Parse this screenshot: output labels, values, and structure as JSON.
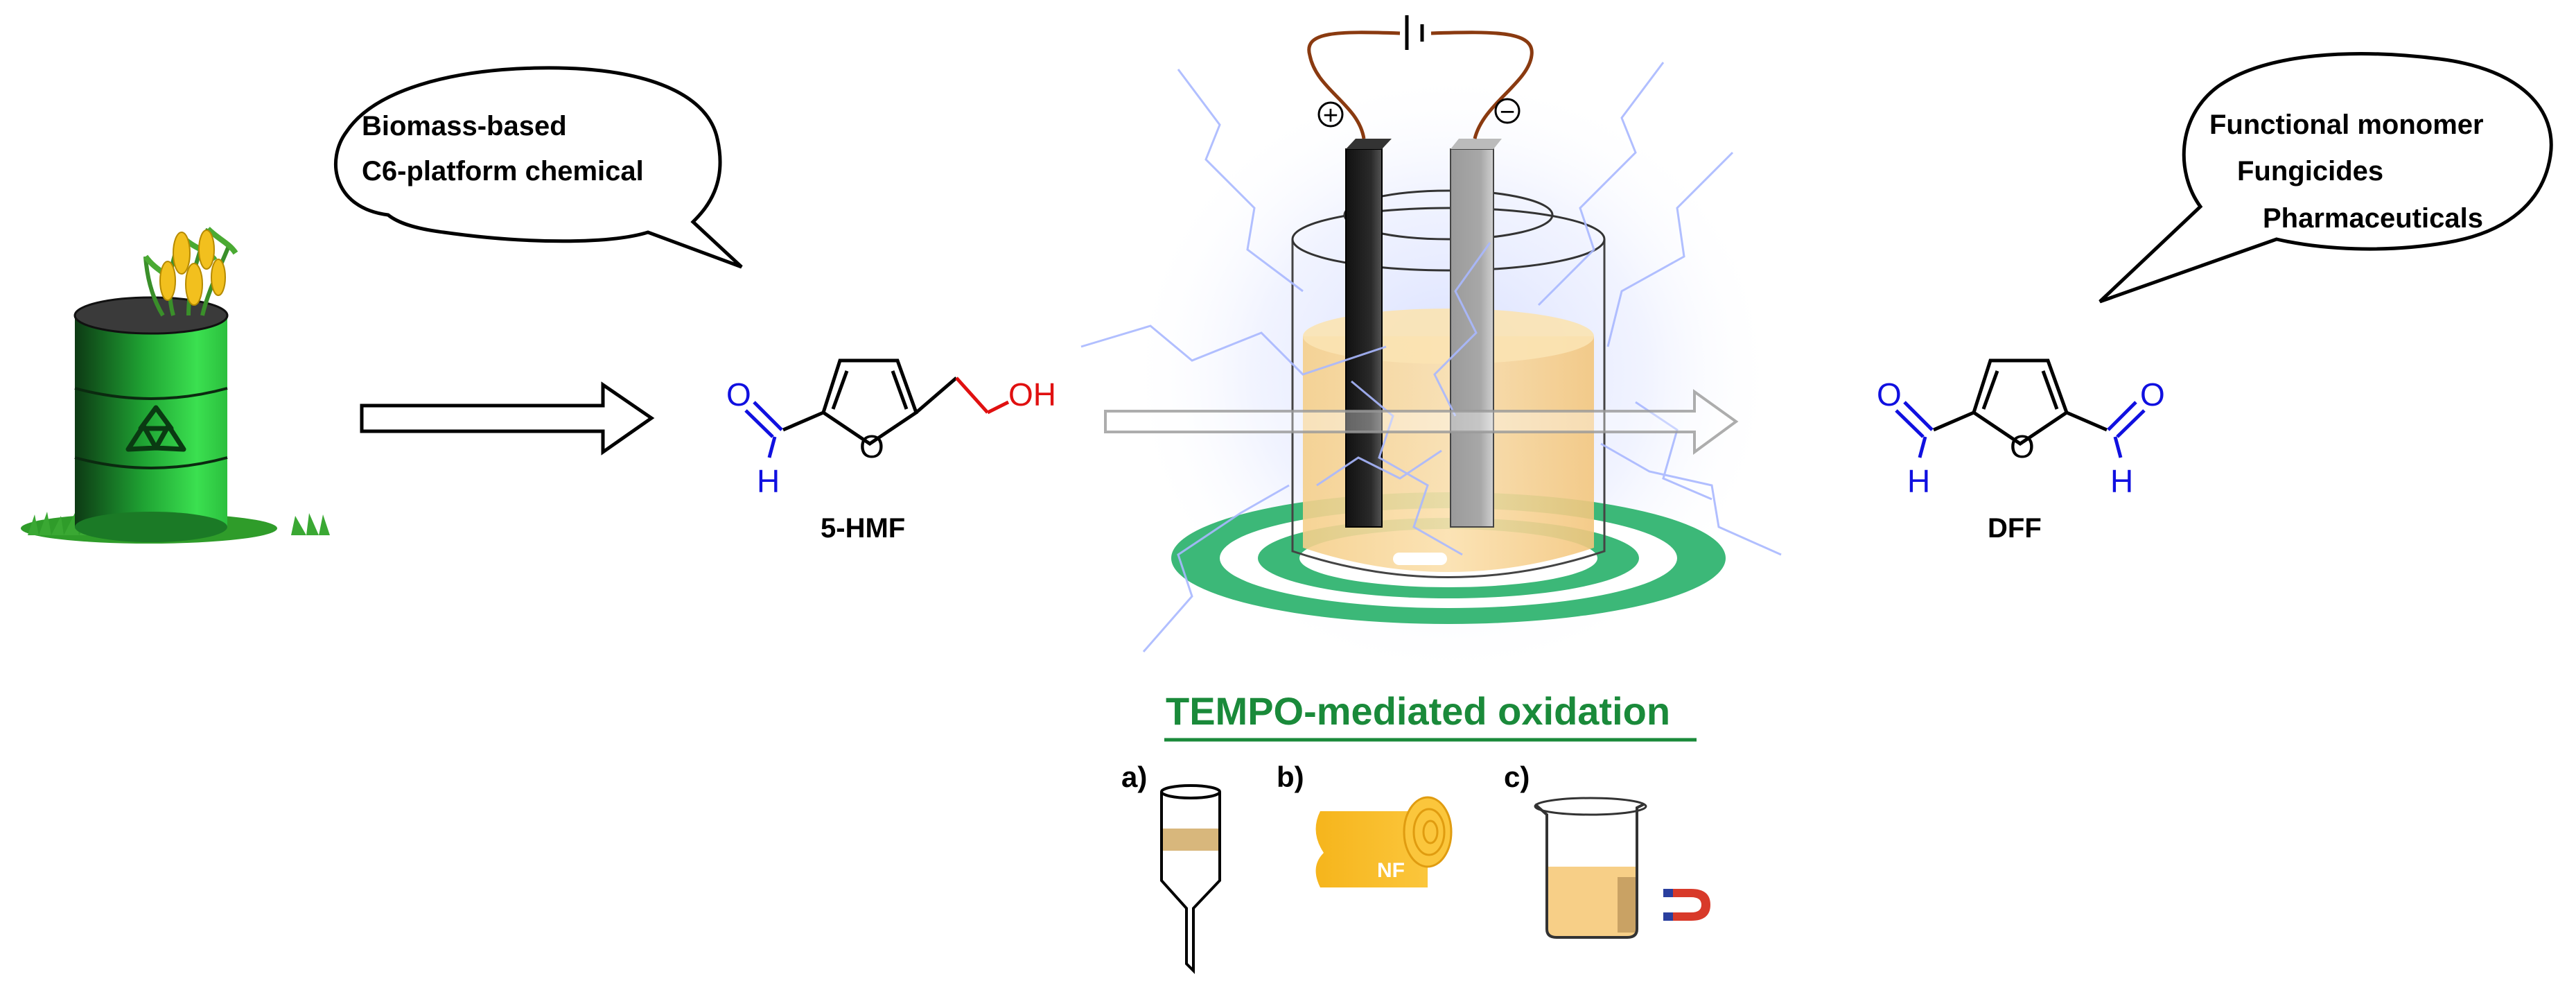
{
  "bubble_left": {
    "line1": "Biomass-based",
    "line2": "C6-platform chemical"
  },
  "bubble_right": {
    "line1": "Functional monomer",
    "line2": "Fungicides",
    "line3": "Pharmaceuticals"
  },
  "hmf": {
    "label": "5-HMF",
    "carbonyl_o": "O",
    "hydrogen": "H",
    "ring_o": "O",
    "hydroxyl": "OH"
  },
  "dff": {
    "label": "DFF",
    "carbonyl_o_left": "O",
    "hydrogen_left": "H",
    "ring_o": "O",
    "carbonyl_o_right": "O",
    "hydrogen_right": "H"
  },
  "cell": {
    "anode_sign": "+",
    "cathode_sign": "−"
  },
  "process_title": "TEMPO-mediated oxidation",
  "options": {
    "a_label": "a)",
    "b_label": "b)",
    "b_roll_text": "NF",
    "c_label": "c)"
  },
  "colors": {
    "blue_atom": "#1010e0",
    "red_atom": "#e01010",
    "green_title": "#1a8a3a",
    "barrel_green": "#22c23a",
    "solution_orange": "#f7c873",
    "ring_green": "#3cb878"
  }
}
